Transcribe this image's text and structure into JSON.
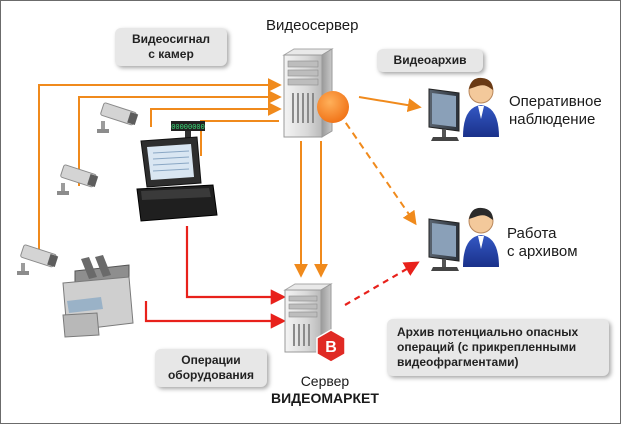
{
  "diagram": {
    "video_server_title": "Видеосервер",
    "video_signal_callout": [
      "Видеосигнал",
      "с камер"
    ],
    "video_archive_callout": "Видеоархив",
    "operative_label": [
      "Оперативное",
      "наблюдение"
    ],
    "archive_work_label": [
      "Работа",
      "с архивом"
    ],
    "operations_callout": [
      "Операции",
      "оборудования"
    ],
    "videomarket_server_label": [
      "Сервер",
      "ВИДЕОМАРКЕТ"
    ],
    "dangerous_archive_callout": [
      "Архив потенциально опасных",
      "операций (с прикрепленными",
      "видеофрагментами)"
    ],
    "register_display_text": "00000000",
    "videomarket_logo_letter": "В"
  },
  "colors": {
    "orange_flow": "#f08a1c",
    "red_flow": "#e8211b",
    "orange_dot": "#f47c20",
    "person_shirt": "#1f3fa0",
    "callout_bg": "#e7e7e7"
  },
  "icons": [
    "cctv-camera-icon",
    "server-tower-icon",
    "pos-terminal-icon",
    "banknote-counter-icon",
    "operator-workstation-icon",
    "videomarket-logo-icon"
  ]
}
